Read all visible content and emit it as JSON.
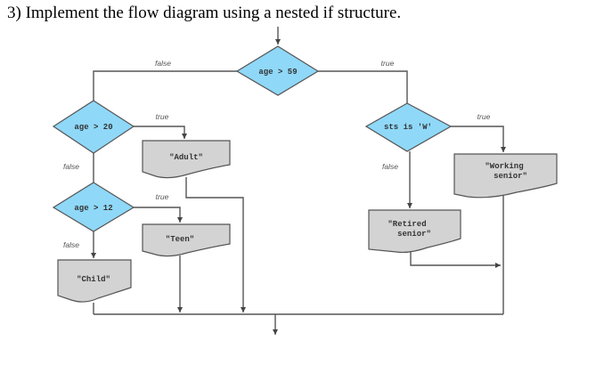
{
  "question": "3)  Implement the flow diagram using a nested if structure.",
  "diagram": {
    "decisions": {
      "age_gt_59": "age > 59",
      "age_gt_20": "age > 20",
      "age_gt_12": "age > 12",
      "sts_is_w": "sts is 'W'"
    },
    "outputs": {
      "adult": "\"Adult\"",
      "teen": "\"Teen\"",
      "child": "\"Child\"",
      "working_l1": "\"Working",
      "working_l2": "senior\"",
      "retired_l1": "\"Retired",
      "retired_l2": "senior\""
    },
    "branch_labels": {
      "true": "true",
      "false": "false"
    }
  }
}
